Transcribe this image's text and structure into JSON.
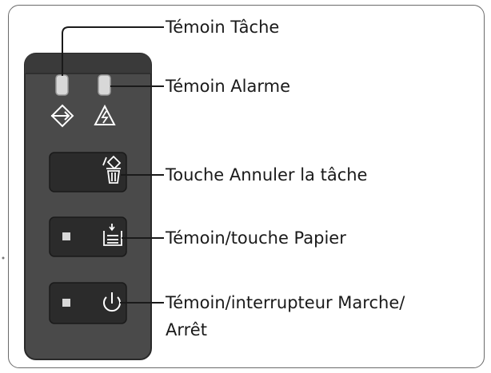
{
  "callouts": {
    "job_lamp": "Témoin Tâche",
    "alarm_lamp": "Témoin Alarme",
    "cancel_key": "Touche Annuler la tâche",
    "paper_key": "Témoin/touche Papier",
    "power_line1": "Témoin/interrupteur Marche/",
    "power_line2": "Arrêt"
  },
  "icons": {
    "job": "job-arrow-icon",
    "alarm": "alarm-triangle-icon",
    "cancel": "cancel-job-icon",
    "paper": "paper-feed-icon",
    "power": "power-icon"
  },
  "colors": {
    "panel": "#4a4a4a",
    "panel_top": "#3c3c3c",
    "button": "#2b2b2b",
    "lamp": "#d8d8d8",
    "icon": "#ffffff",
    "leader": "#1a1a1a"
  }
}
